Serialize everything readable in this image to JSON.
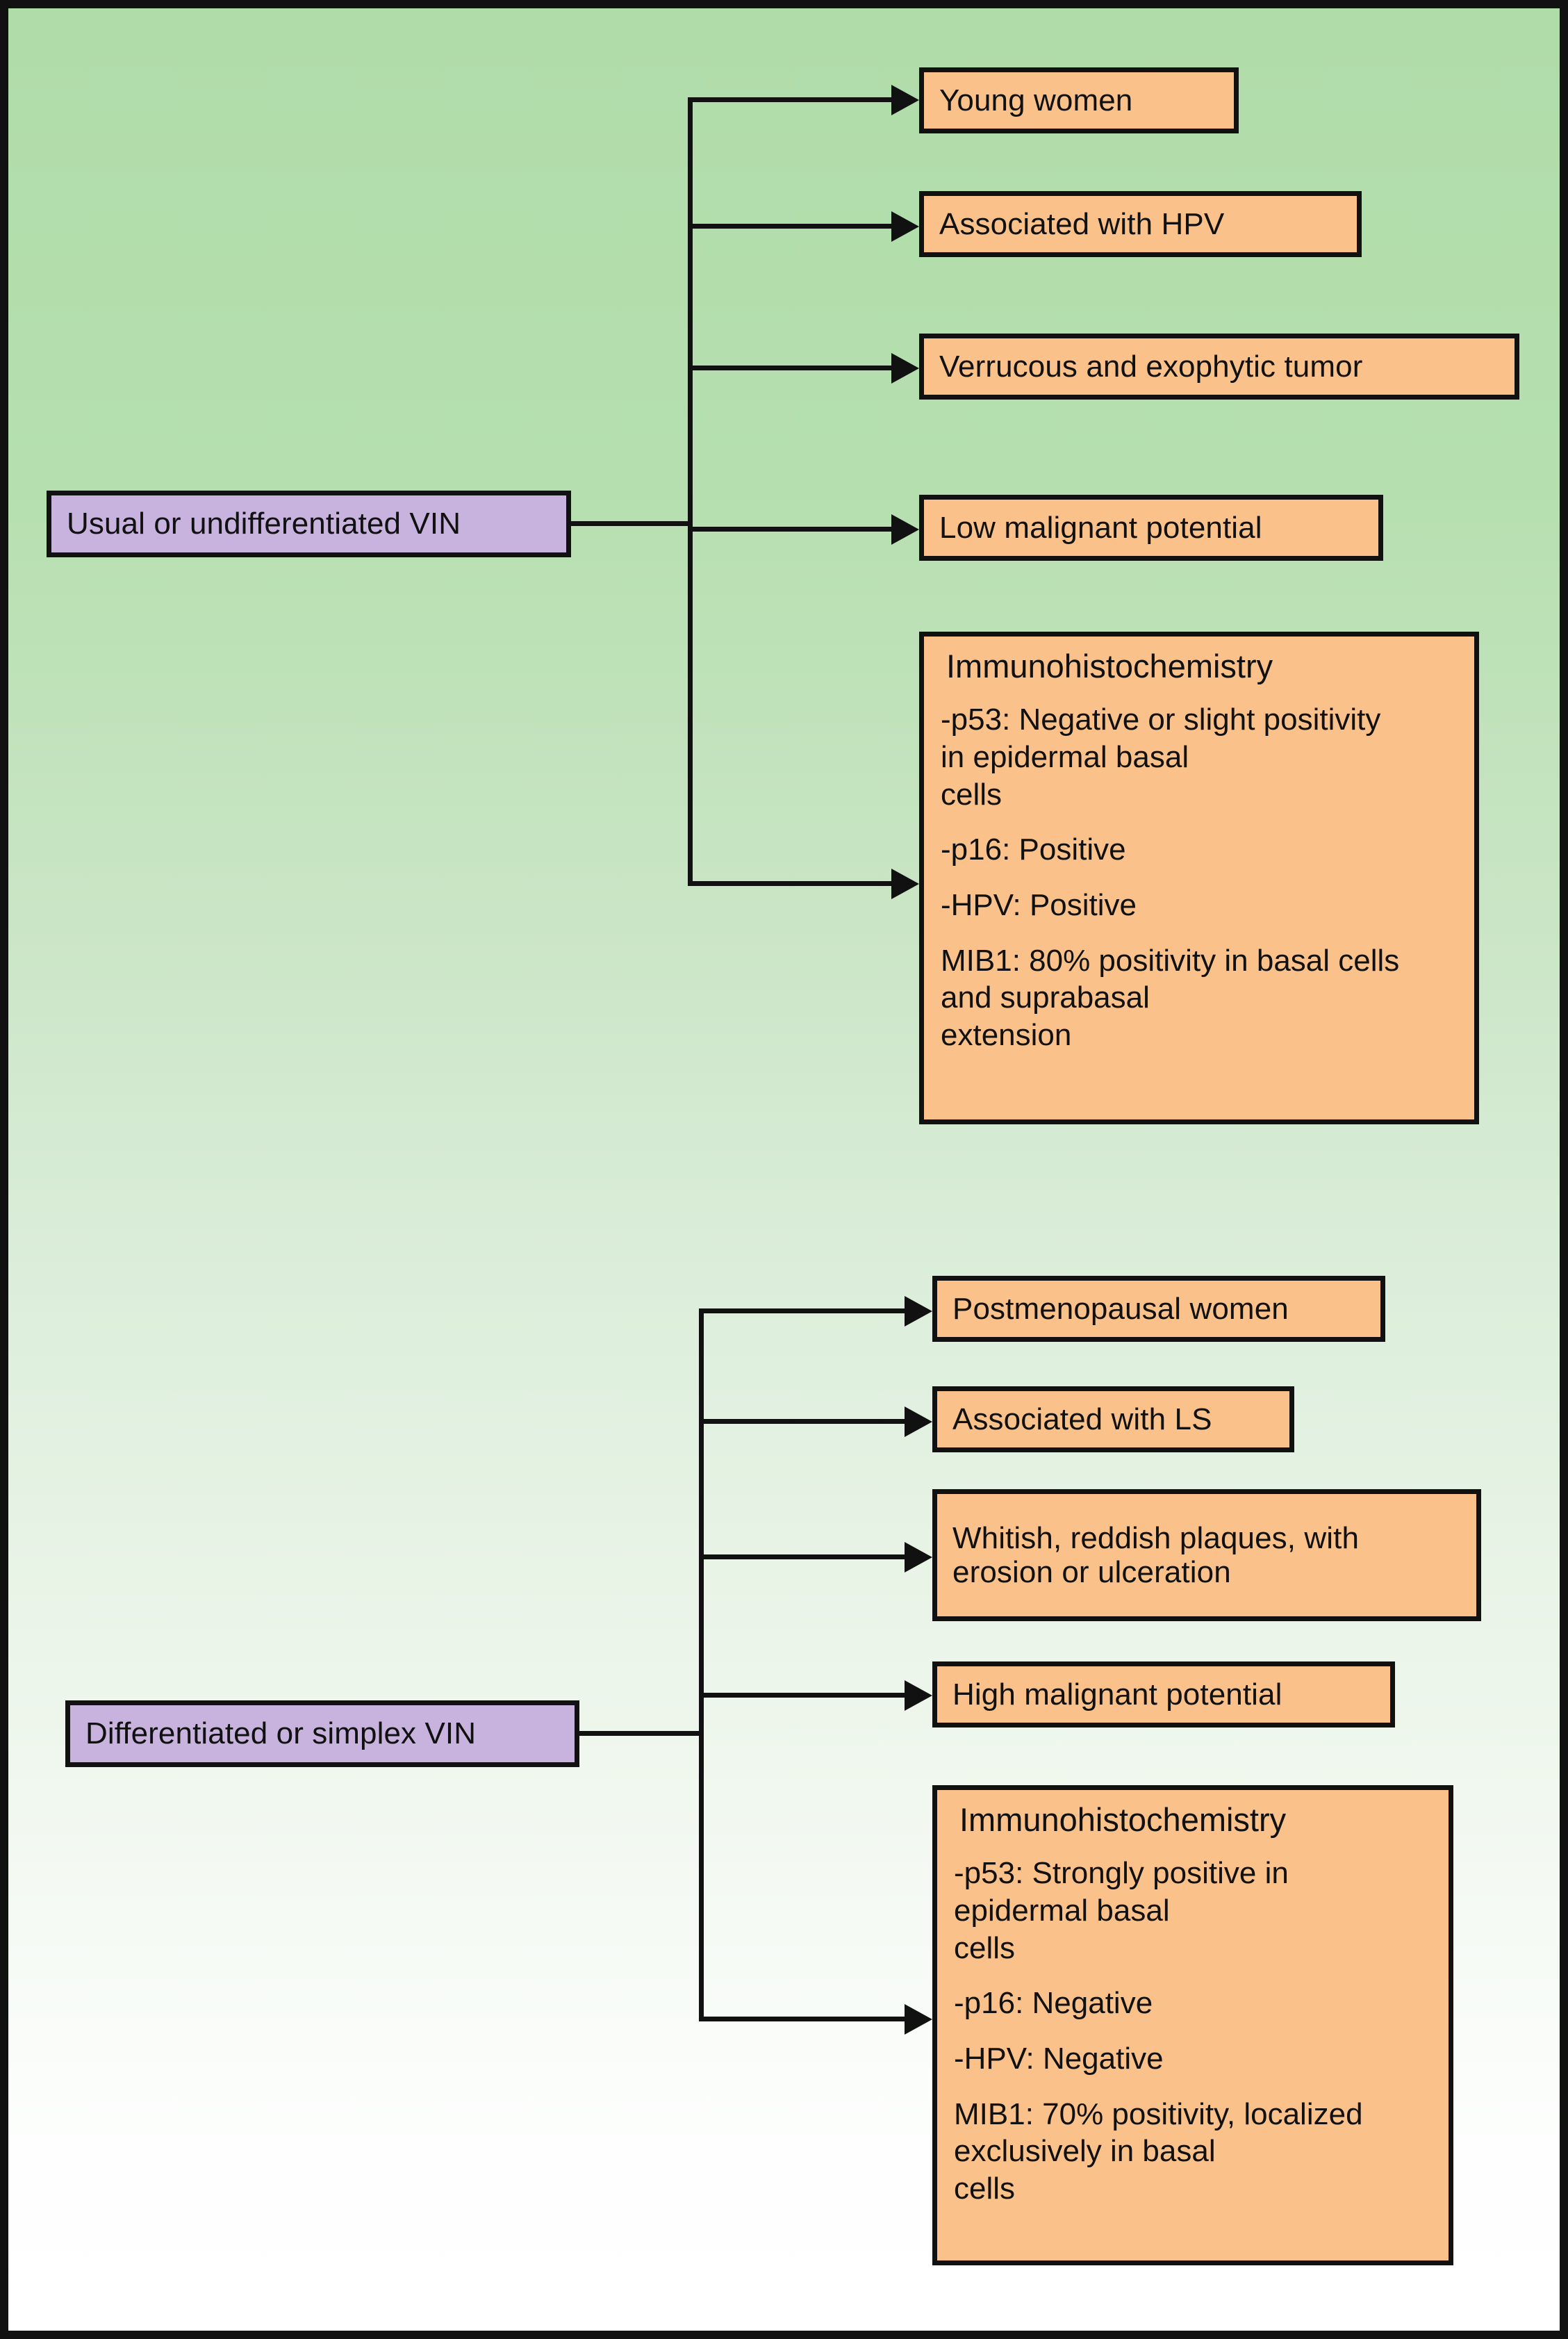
{
  "diagram": {
    "title_visible": false,
    "colors": {
      "box_orange": "#fac28a",
      "box_purple": "#c7b3dd",
      "stroke": "#111111",
      "background_top": "#b0dcaa",
      "background_bottom": "#ffffff"
    },
    "branches": [
      {
        "id": "usual-vin",
        "root_label": "Usual or undifferentiated VIN",
        "children": [
          {
            "id": "young-women",
            "label": "Young women"
          },
          {
            "id": "associated-hpv",
            "label": "Associated with HPV"
          },
          {
            "id": "verrucous-exophytic",
            "label": "Verrucous and exophytic tumor"
          },
          {
            "id": "low-malignant",
            "label": "Low malignant potential"
          }
        ],
        "ihc": {
          "title": "Immunohistochemistry",
          "items": [
            "-p53: Negative or slight positivity\n in epidermal basal\n cells",
            "-p16: Positive",
            "-HPV: Positive",
            "MIB1: 80% positivity in basal cells\nand suprabasal\nextension"
          ]
        }
      },
      {
        "id": "differentiated-vin",
        "root_label": "Differentiated or simplex VIN",
        "children": [
          {
            "id": "postmenopausal-women",
            "label": "Postmenopausal women"
          },
          {
            "id": "associated-ls",
            "label": "Associated with LS"
          },
          {
            "id": "whitish-reddish-plaques",
            "label": "Whitish, reddish plaques, with\nerosion or ulceration"
          },
          {
            "id": "high-malignant",
            "label": "High malignant potential"
          }
        ],
        "ihc": {
          "title": "Immunohistochemistry",
          "items": [
            "-p53: Strongly positive in\n epidermal basal\n cells",
            "-p16: Negative",
            "-HPV: Negative",
            "MIB1: 70% positivity, localized\nexclusively in basal\ncells"
          ]
        }
      }
    ]
  }
}
